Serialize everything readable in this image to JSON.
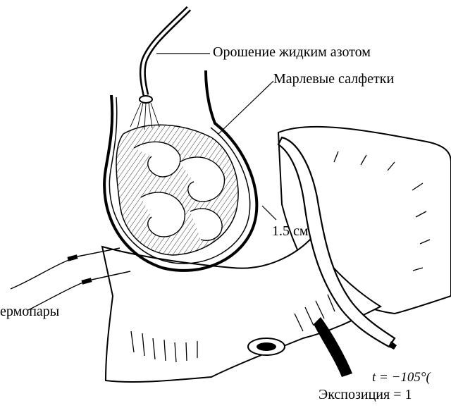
{
  "labels": {
    "irrigation": "Орошение жидким азотом",
    "gauze": "Марлевые салфетки",
    "thickness": "1.5 см",
    "thermocouples": "ермопары",
    "temperature": "t = −105°(",
    "exposure": "Экспозиция = 1"
  },
  "icons": [
    "nitrogen-nozzle-icon",
    "thermocouple-probe-icon"
  ]
}
